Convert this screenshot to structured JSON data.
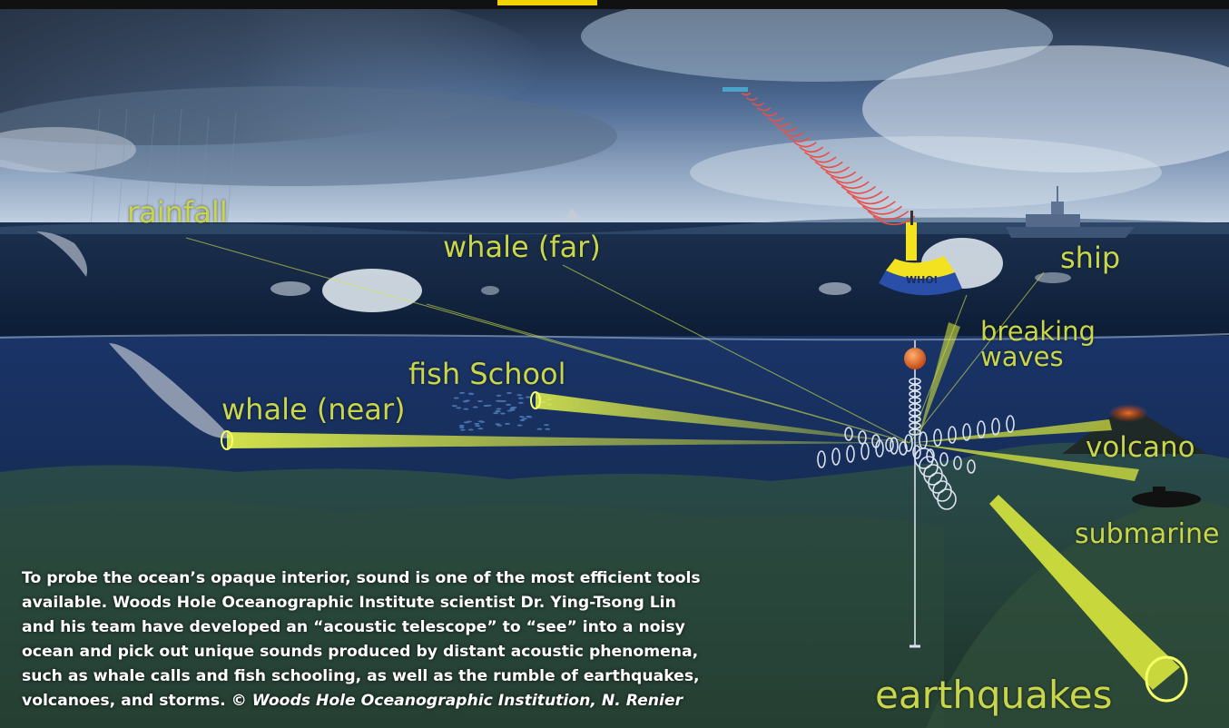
{
  "labels": {
    "rainfall": "rainfall",
    "whale_far": "whale (far)",
    "ship": "ship",
    "breaking_waves_line1": "breaking",
    "breaking_waves_line2": "waves",
    "fish_school": "fish School",
    "whale_near": "whale (near)",
    "volcano": "volcano",
    "submarine": "submarine",
    "earthquakes": "earthquakes",
    "buoy_text": "WHOI"
  },
  "caption": {
    "text": "To probe the ocean’s opaque interior, sound is one of the most efficient tools available. Woods Hole Oceanographic Institute scientist Dr. Ying-Tsong Lin and his team  have developed an “acoustic telescope” to “see” into a noisy ocean and pick out unique sounds produced by distant acoustic phenomena, such as whale calls and fish schooling, as well as the rumble of earthquakes, volcanoes, and storms.",
    "credit": "© Woods Hole Oceanographic Institution, N. Renier"
  },
  "colors": {
    "label_yellow_green": "#c9d64a",
    "beam_yellow": "#e6f23a",
    "sky_top": "#5f7fa8",
    "ocean_deep": "#12244a",
    "seafloor": "#2c4a3a",
    "signal_red": "#e8504a",
    "buoy_yellow": "#f3e21f"
  }
}
